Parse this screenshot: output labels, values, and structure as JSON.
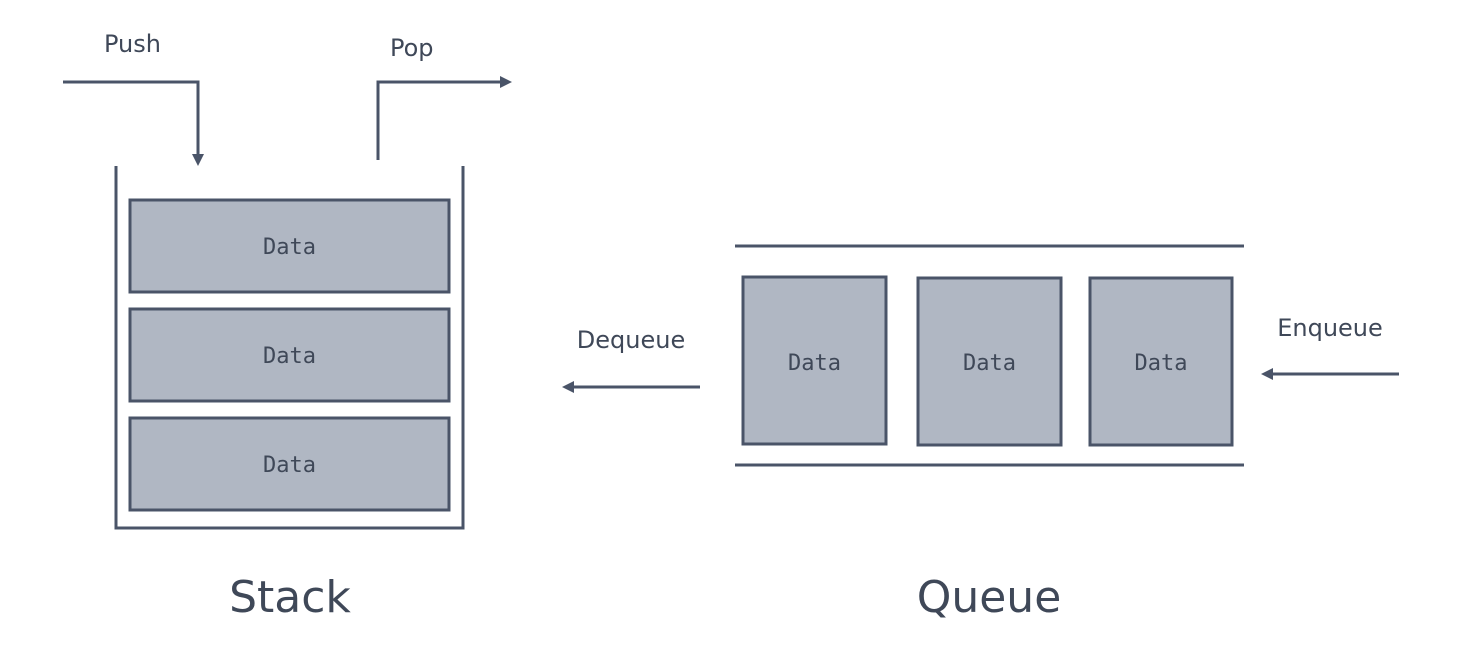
{
  "stack": {
    "title": "Stack",
    "push_label": "Push",
    "pop_label": "Pop",
    "items": [
      "Data",
      "Data",
      "Data"
    ]
  },
  "queue": {
    "title": "Queue",
    "dequeue_label": "Dequeue",
    "enqueue_label": "Enqueue",
    "items": [
      "Data",
      "Data",
      "Data"
    ]
  },
  "colors": {
    "line": "#4a5468",
    "box_fill": "#b0b7c3",
    "text": "#3f4858",
    "background": "#ffffff"
  }
}
